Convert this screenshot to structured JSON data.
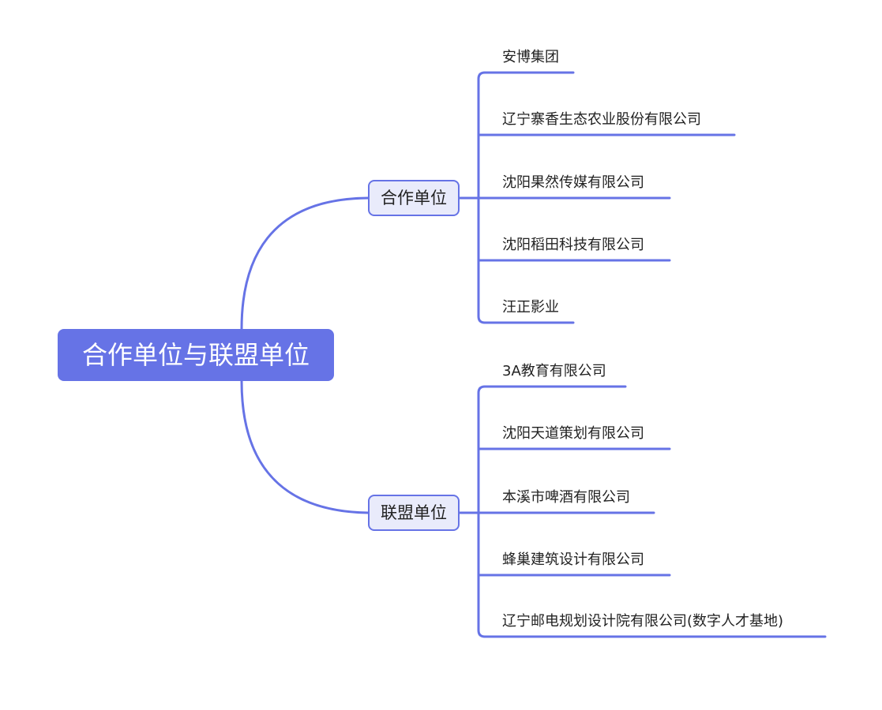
{
  "root": {
    "label": "合作单位与联盟单位"
  },
  "branches": [
    {
      "label": "合作单位",
      "children": [
        "安博集团",
        "辽宁寨香生态农业股份有限公司",
        "沈阳果然传媒有限公司",
        "沈阳稻田科技有限公司",
        "汪正影业"
      ]
    },
    {
      "label": "联盟单位",
      "children": [
        "3A教育有限公司",
        "沈阳天道策划有限公司",
        "本溪市啤酒有限公司",
        "蜂巢建筑设计有限公司",
        "辽宁邮电规划设计院有限公司(数字人才基地)"
      ]
    }
  ],
  "colors": {
    "accent": "#6673e6",
    "branch_fill": "#e9ebfb",
    "text": "#222222",
    "root_text": "#ffffff"
  }
}
